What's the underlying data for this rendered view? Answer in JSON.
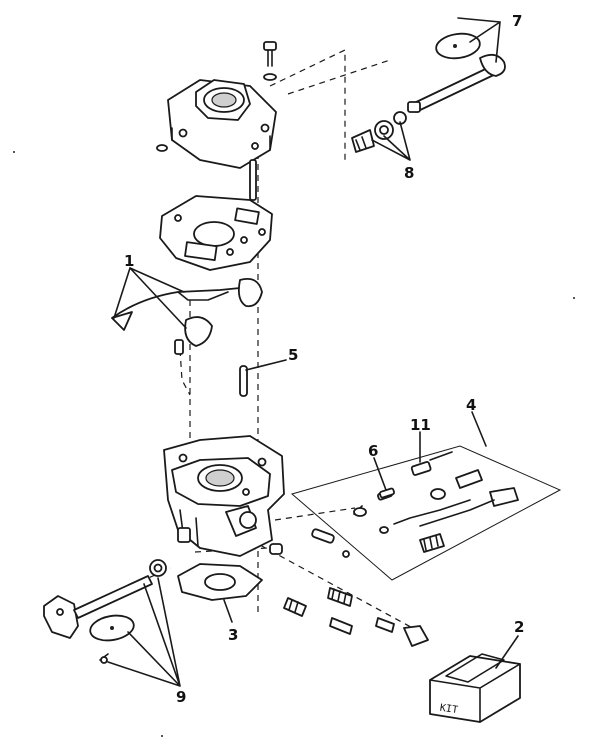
{
  "diagram": {
    "callouts": [
      {
        "id": "c1",
        "label": "1"
      },
      {
        "id": "c2",
        "label": "2"
      },
      {
        "id": "c3",
        "label": "3"
      },
      {
        "id": "c4",
        "label": "4"
      },
      {
        "id": "c5",
        "label": "5"
      },
      {
        "id": "c6",
        "label": "6"
      },
      {
        "id": "c7",
        "label": "7"
      },
      {
        "id": "c8",
        "label": "8"
      },
      {
        "id": "c9",
        "label": "9"
      },
      {
        "id": "c11",
        "label": "11"
      }
    ],
    "kit_box_label": "KIT"
  }
}
